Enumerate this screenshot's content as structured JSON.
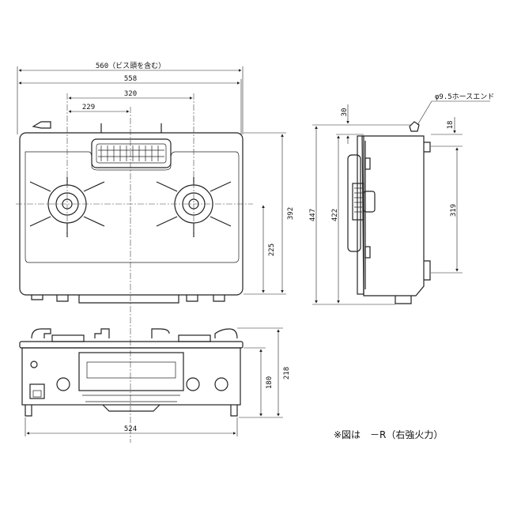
{
  "dimensions": {
    "overall_width_incl_screw": "560（ビス頭を含む）",
    "overall_width": "558",
    "burner_spacing": "320",
    "left_burner_to_center": "229",
    "depth": "392",
    "burner_to_front": "225",
    "hose_offset_top": "30",
    "hose_end": "φ9.5ホースエンド",
    "hose_offset_side": "18",
    "side_total_depth": "447",
    "side_body_depth": "422",
    "side_inner": "319",
    "total_height": "218",
    "body_height": "180",
    "foot_width": "524"
  },
  "note": "※図は　－R（右強火力）"
}
